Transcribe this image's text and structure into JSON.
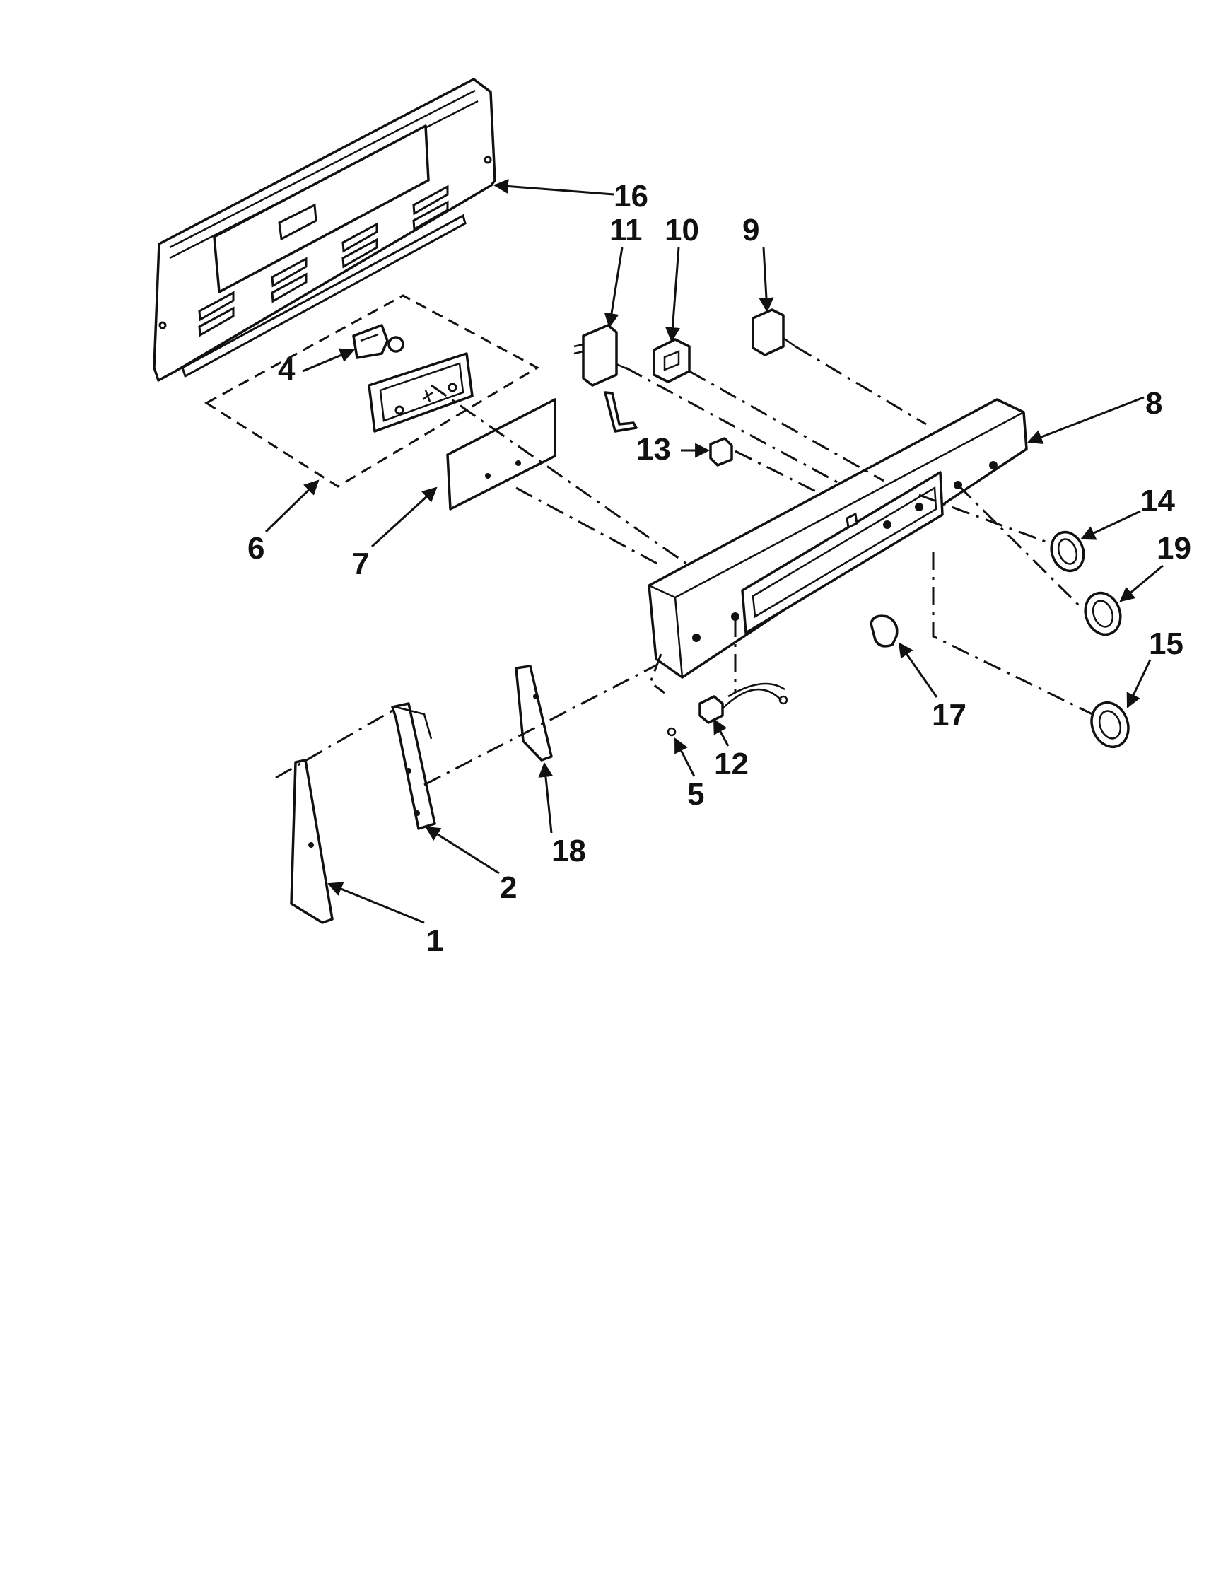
{
  "callouts": {
    "c1": "1",
    "c2": "2",
    "c4": "4",
    "c5": "5",
    "c6": "6",
    "c7": "7",
    "c8": "8",
    "c9": "9",
    "c10": "10",
    "c11": "11",
    "c12": "12",
    "c13": "13",
    "c14": "14",
    "c15": "15",
    "c16": "16",
    "c17": "17",
    "c18": "18",
    "c19": "19"
  }
}
